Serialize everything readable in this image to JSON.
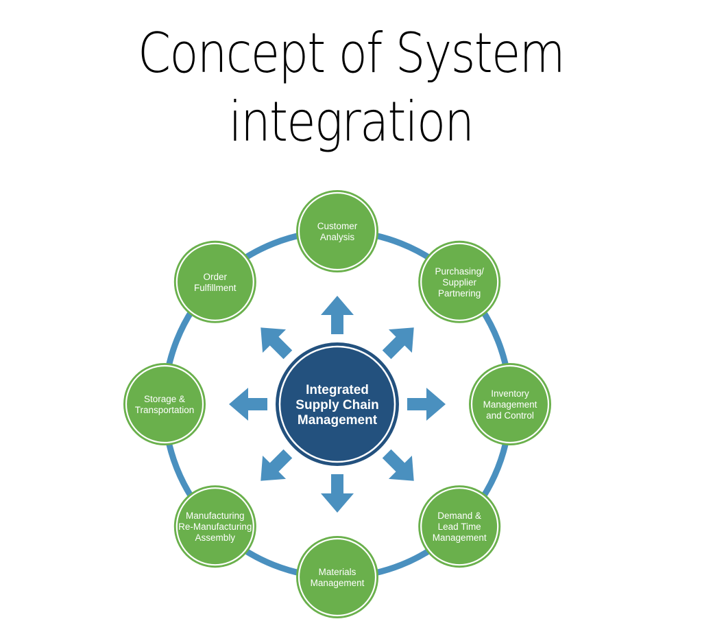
{
  "title": {
    "line1": "Concept of System",
    "line2": "integration"
  },
  "colors": {
    "ring": "#4a90bf",
    "arrow": "#4a90bf",
    "node_fill": "#6ab04c",
    "node_border": "#5f9e3f",
    "hub_fill": "#23517e",
    "hub_border": "#23517e",
    "inner_ring": "#ffffff"
  },
  "hub": {
    "lines": [
      "Integrated",
      "Supply Chain",
      "Management"
    ]
  },
  "nodes": [
    {
      "id": "customer-analysis",
      "lines": [
        "Customer",
        "Analysis"
      ]
    },
    {
      "id": "purchasing-supplier-partnering",
      "lines": [
        "Purchasing/",
        "Supplier",
        "Partnering"
      ]
    },
    {
      "id": "inventory-management-control",
      "lines": [
        "Inventory",
        "Management",
        "and Control"
      ]
    },
    {
      "id": "demand-lead-time-management",
      "lines": [
        "Demand &",
        "Lead Time",
        "Management"
      ]
    },
    {
      "id": "materials-management",
      "lines": [
        "Materials",
        "Management"
      ]
    },
    {
      "id": "manufacturing-assembly",
      "lines": [
        "Manufacturing",
        "Re-Manufacturing",
        "Assembly"
      ]
    },
    {
      "id": "storage-transportation",
      "lines": [
        "Storage &",
        "Transportation"
      ]
    },
    {
      "id": "order-fulfillment",
      "lines": [
        "Order",
        "Fulfillment"
      ]
    }
  ]
}
